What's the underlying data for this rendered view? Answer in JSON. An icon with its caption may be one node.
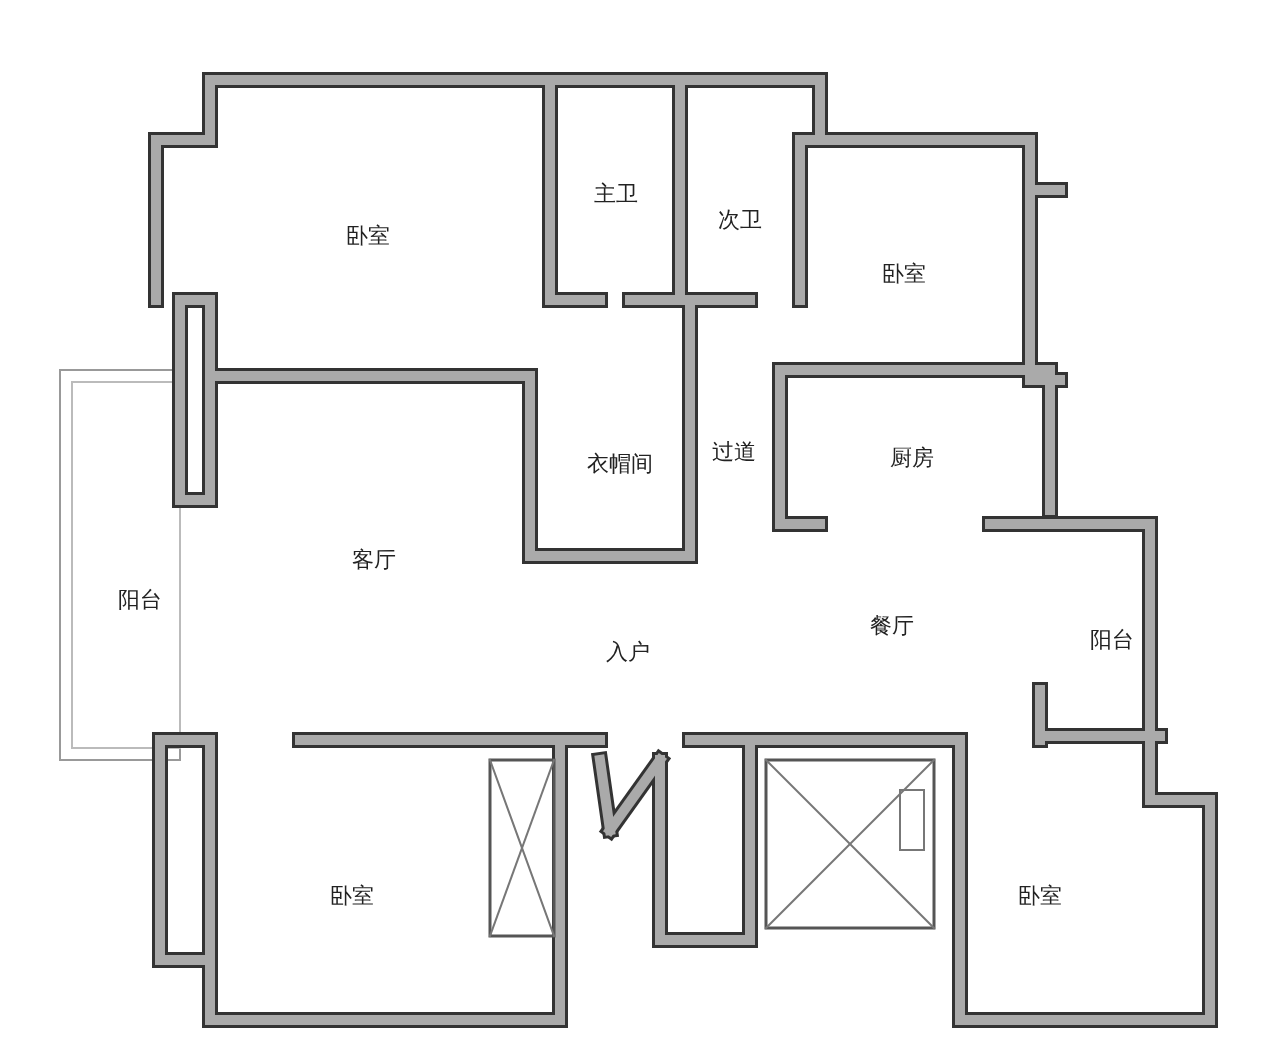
{
  "diagram": {
    "labels": [
      "卧室",
      "主卫",
      "次卫",
      "卧室",
      "衣帽间",
      "过道",
      "厨房",
      "客厅",
      "阳台",
      "入户",
      "餐厅",
      "阳台",
      "卧室",
      "卧室"
    ]
  }
}
